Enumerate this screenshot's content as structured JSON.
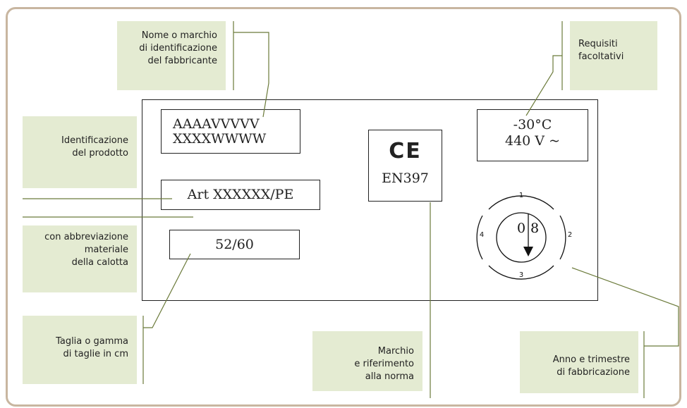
{
  "callouts": {
    "manufacturer": [
      "Nome o marchio",
      "di identificazione",
      "del fabbricante"
    ],
    "optional": [
      "Requisiti",
      "facoltativi"
    ],
    "product_id": [
      "Identificazione",
      "del prodotto"
    ],
    "material": [
      "con abbreviazione",
      "materiale",
      "della calotta"
    ],
    "size": [
      "Taglia o gamma",
      "di taglie in cm"
    ],
    "standard": [
      "Marchio",
      "e riferimento",
      "alla norma"
    ],
    "date": [
      "Anno e trimestre",
      "di fabbricazione"
    ]
  },
  "marking": {
    "product_code": [
      "AAAAVVVVV",
      "XXXXWWWW"
    ],
    "article": "Art XXXXXX/PE",
    "size": "52/60",
    "ce_mark": "CE",
    "standard": "EN397",
    "requirements": [
      "-30°C",
      "440 V ~"
    ],
    "date_clock": {
      "quarters": [
        "1",
        "2",
        "3",
        "4"
      ],
      "year_left": "0",
      "year_right": "8"
    }
  },
  "colors": {
    "label_bg": "#e4ebd2",
    "leader_line": "#6b7a3a",
    "frame_border": "#c8b6a0"
  }
}
